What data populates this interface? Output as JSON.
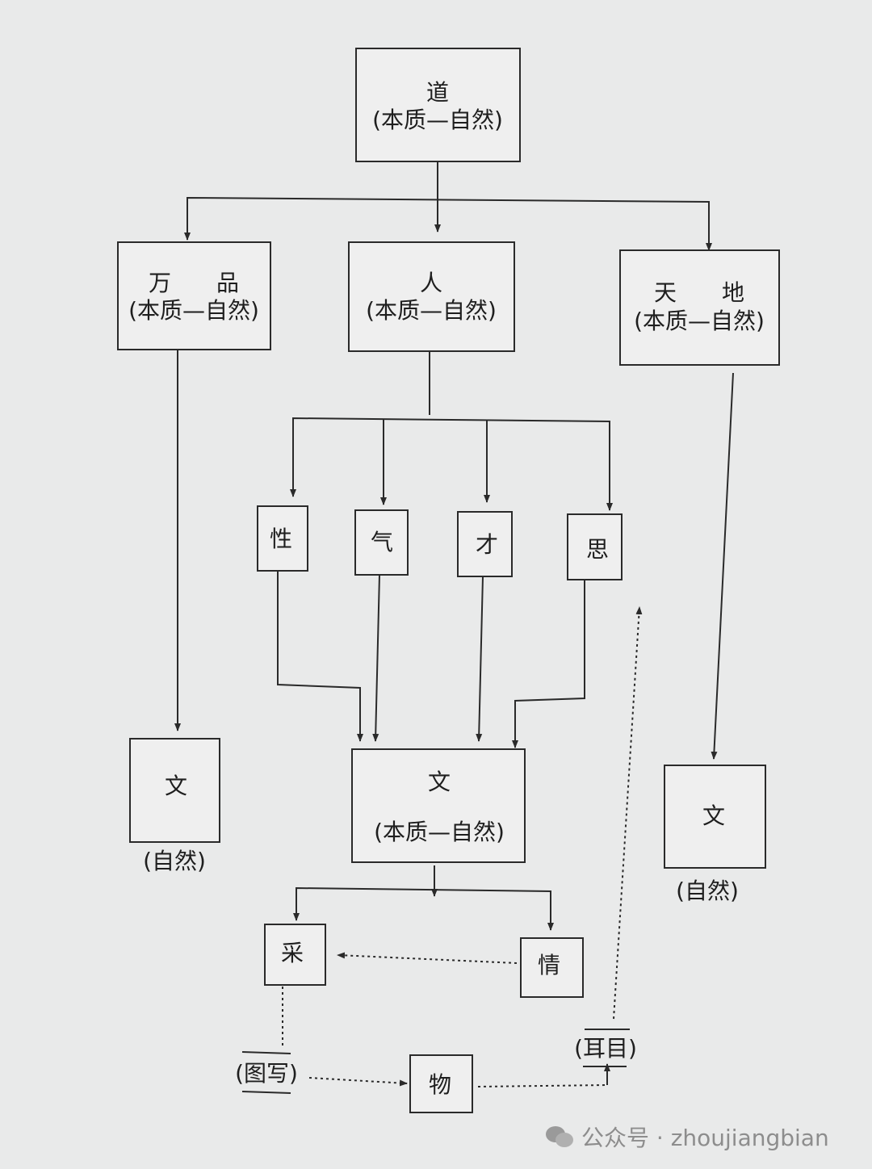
{
  "nodes": {
    "dao": {
      "title": "道",
      "subtitle": "(本质—自然)"
    },
    "wanpin": {
      "title": "万　　品",
      "subtitle": "(本质—自然)"
    },
    "ren": {
      "title": "人",
      "subtitle": "(本质—自然)"
    },
    "tiandi": {
      "title": "天　　地",
      "subtitle": "(本质—自然)"
    },
    "xing": {
      "title": "性"
    },
    "qi": {
      "title": "气"
    },
    "cai": {
      "title": "才"
    },
    "si": {
      "title": "思"
    },
    "wen_left": {
      "title": "文",
      "caption": "(自然)"
    },
    "wen_center": {
      "title": "文",
      "subtitle": "(本质—自然)"
    },
    "wen_right": {
      "title": "文",
      "caption": "(自然)"
    },
    "cai_color": {
      "title": "采"
    },
    "qing": {
      "title": "情"
    },
    "wu": {
      "title": "物"
    },
    "tuxie": {
      "title": "(图写)"
    },
    "ermu": {
      "title": "(耳目)"
    }
  },
  "watermark": {
    "text": "公众号 · zhoujiangbian",
    "icon": "wechat-icon"
  }
}
